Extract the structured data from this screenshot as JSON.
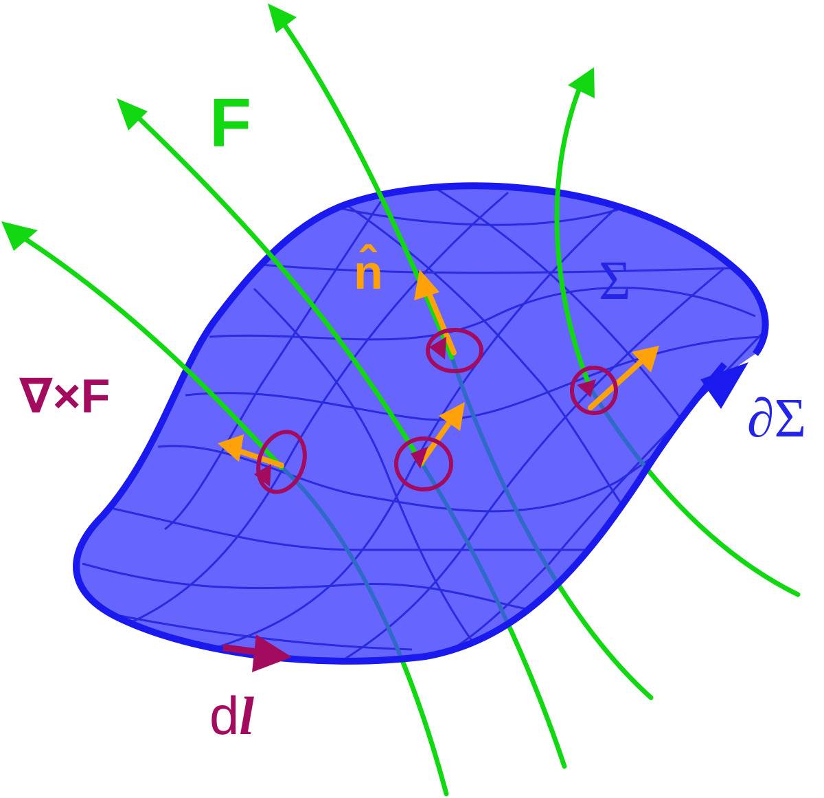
{
  "labels": {
    "field": "F",
    "normal": "n̂",
    "surface": "Σ",
    "curl": "∇×F",
    "boundary": "∂Σ",
    "line_element_d": "d",
    "line_element_l": "l"
  },
  "colors": {
    "surface_fill": "#6666ff",
    "surface_edge": "#1a1aee",
    "grid": "#2a2adf",
    "field_lines": "#11d811",
    "normal_vectors": "#ffa20a",
    "curl_loops": "#a30b5e",
    "boundary_label": "#2424e6",
    "background": "#ffffff"
  }
}
